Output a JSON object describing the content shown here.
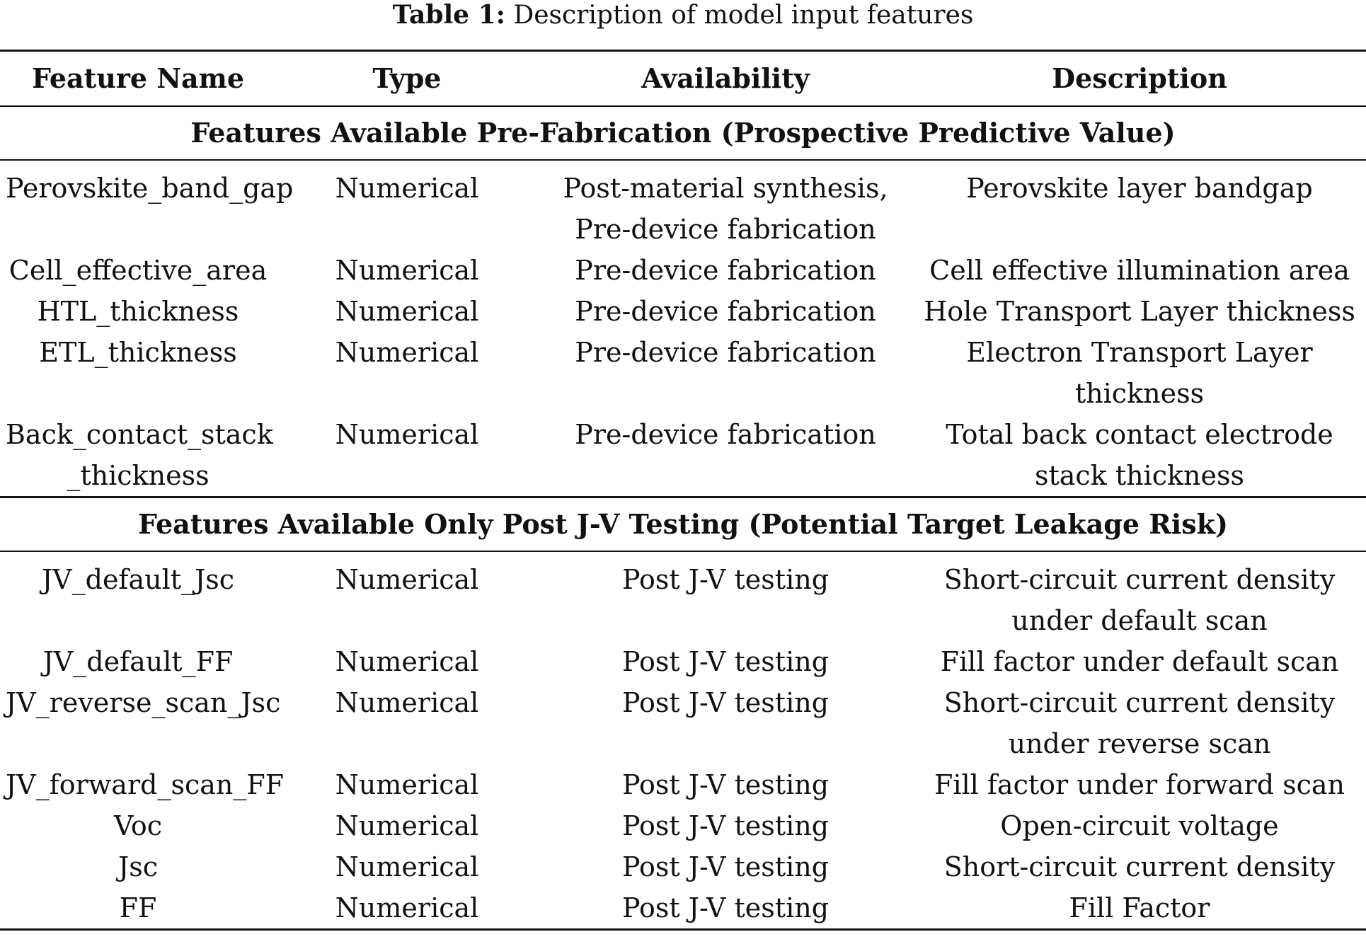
{
  "caption": {
    "label": "Table 1:",
    "text": "Description of model input features"
  },
  "table": {
    "headers": [
      "Feature Name",
      "Type",
      "Availability",
      "Description"
    ],
    "sections": [
      {
        "title": "Features Available Pre-Fabrication (Prospective Predictive Value)",
        "rows": [
          [
            "Perovskite_band_gap",
            "Numerical",
            "Post-material synthesis, Pre-device fabrication",
            "Perovskite layer bandgap"
          ],
          [
            "Cell_effective_area",
            "Numerical",
            "Pre-device fabrication",
            "Cell effective illumination area"
          ],
          [
            "HTL_thickness",
            "Numerical",
            "Pre-device fabrication",
            "Hole Transport Layer thickness"
          ],
          [
            "ETL_thickness",
            "Numerical",
            "Pre-device fabrication",
            "Electron Transport Layer thickness"
          ],
          [
            "Back_contact_stack _thickness",
            "Numerical",
            "Pre-device fabrication",
            "Total back contact electrode stack thickness"
          ]
        ]
      },
      {
        "title": "Features Available Only Post J-V Testing (Potential Target Leakage Risk)",
        "rows": [
          [
            "JV_default_Jsc",
            "Numerical",
            "Post J-V testing",
            "Short-circuit current density under default scan"
          ],
          [
            "JV_default_FF",
            "Numerical",
            "Post J-V testing",
            "Fill factor under default scan"
          ],
          [
            "JV_reverse_scan_Jsc",
            "Numerical",
            "Post J-V testing",
            "Short-circuit current density under reverse scan"
          ],
          [
            "JV_forward_scan_FF",
            "Numerical",
            "Post J-V testing",
            "Fill factor under forward scan"
          ],
          [
            "Voc",
            "Numerical",
            "Post J-V testing",
            "Open-circuit voltage"
          ],
          [
            "Jsc",
            "Numerical",
            "Post J-V testing",
            "Short-circuit current density"
          ],
          [
            "FF",
            "Numerical",
            "Post J-V testing",
            "Fill Factor"
          ]
        ]
      }
    ]
  }
}
